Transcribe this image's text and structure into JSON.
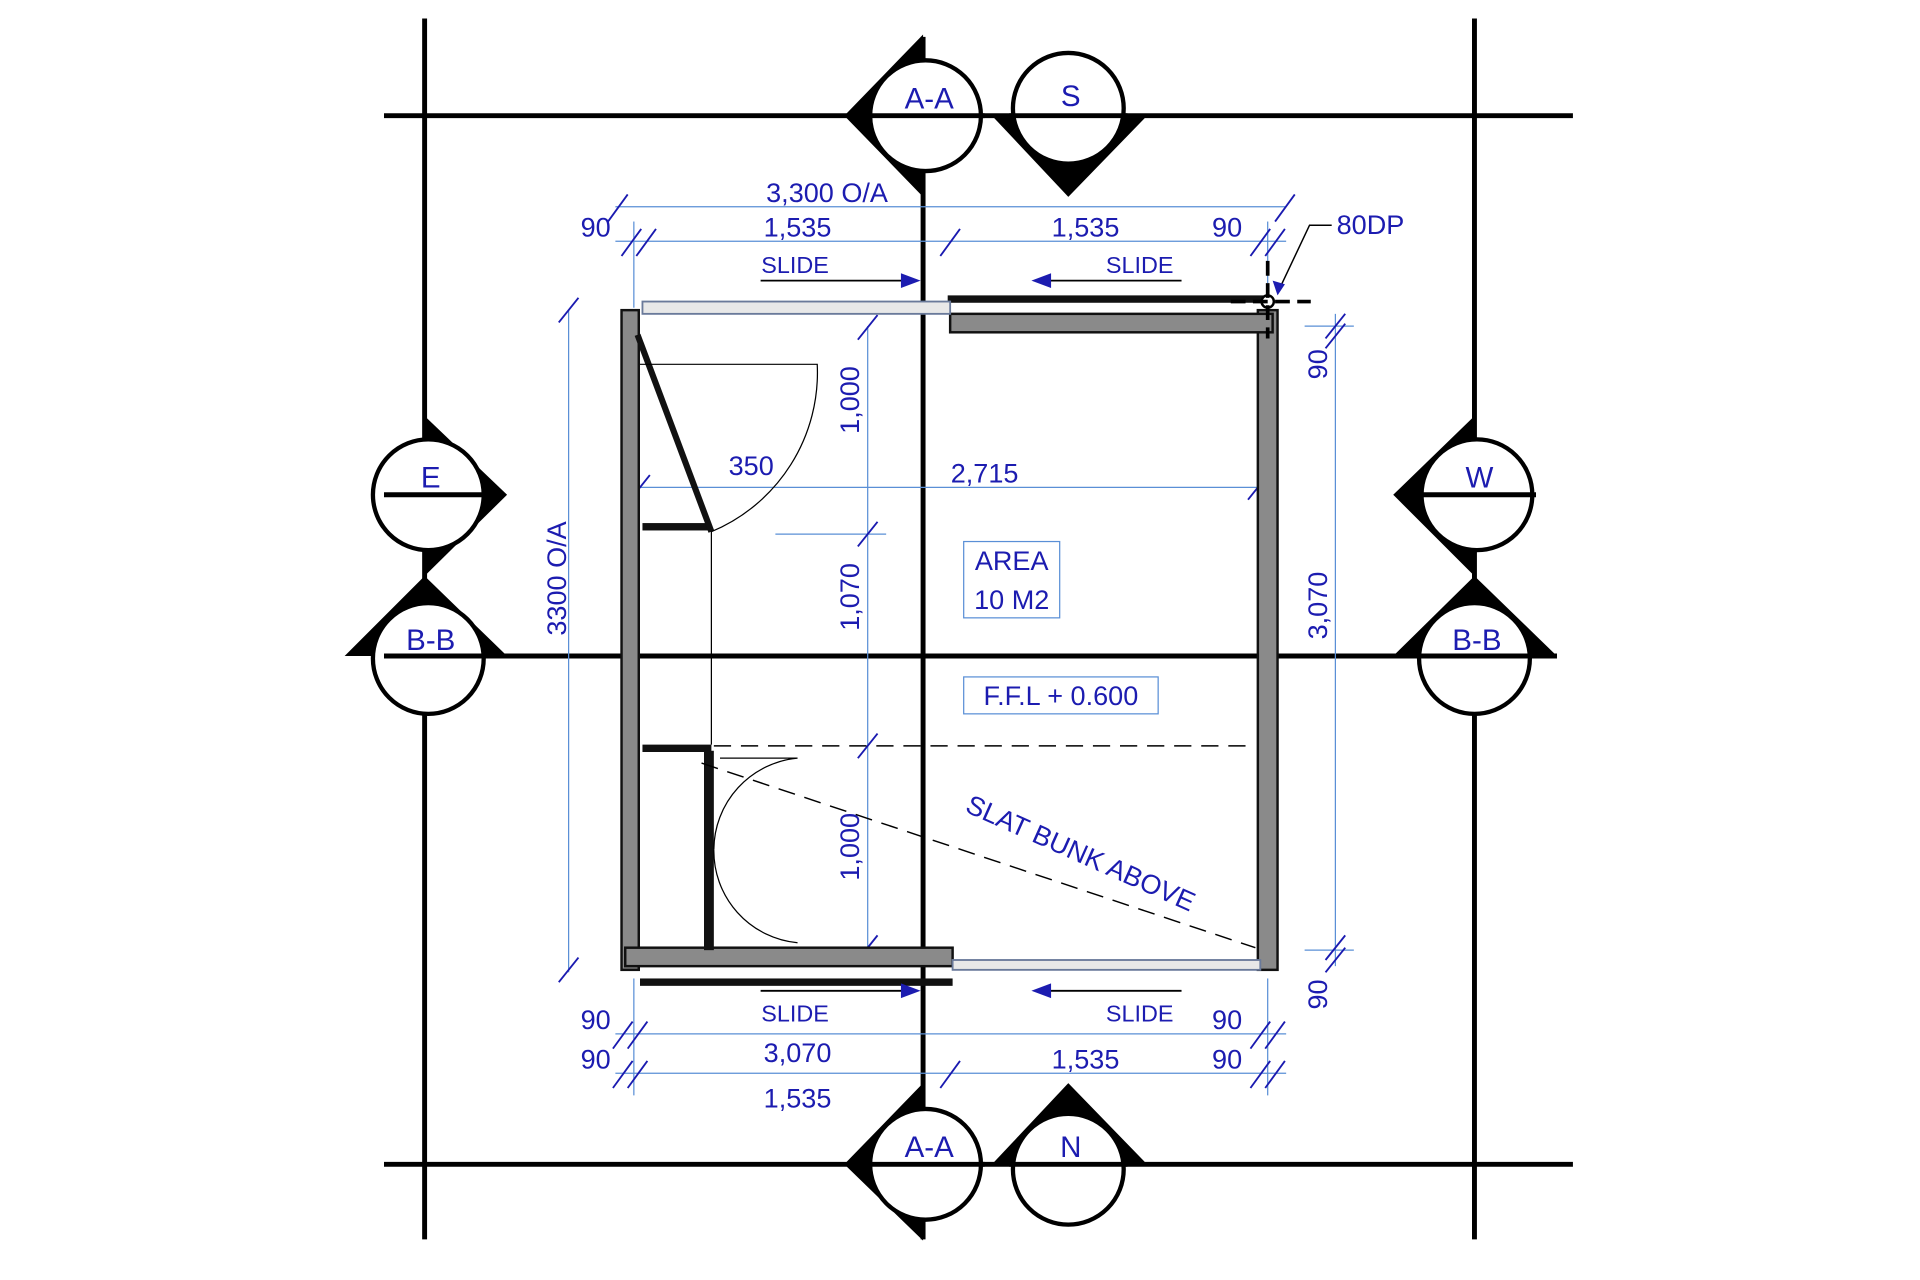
{
  "markers": {
    "top_section": "A-A",
    "top_elevation": "S",
    "left_elevation": "E",
    "left_section": "B-B",
    "right_elevation": "W",
    "right_section": "B-B",
    "bottom_section": "A-A",
    "bottom_elevation": "N"
  },
  "dimensions": {
    "top_overall": "3,300 O/A",
    "top_left_90": "90",
    "top_left_1535": "1,535",
    "top_right_1535": "1,535",
    "top_right_90": "90",
    "downpipe": "80DP",
    "left_overall": "3300 O/A",
    "inner_1000_top": "1,000",
    "inner_1070": "1,070",
    "inner_1000_bottom": "1,000",
    "width_2715": "2,715",
    "shelf_350": "350",
    "right_90_top": "90",
    "right_3070": "3,070",
    "right_90_bottom": "90",
    "bottom_90_a": "90",
    "bottom_90_b": "90",
    "bottom_3070": "3,070",
    "bottom_1535_left": "1,535",
    "bottom_1535_right": "1,535",
    "bottom_right_90_a": "90",
    "bottom_right_90_b": "90"
  },
  "labels": {
    "slide_top_left": "SLIDE",
    "slide_top_right": "SLIDE",
    "slide_bottom_left": "SLIDE",
    "slide_bottom_right": "SLIDE",
    "area_line1": "AREA",
    "area_line2": "10 M2",
    "ffl": "F.F.L + 0.600",
    "bunk": "SLAT BUNK ABOVE"
  },
  "colors": {
    "annotation": "#1c1cb0",
    "dimension_line": "#5a8fd6",
    "wall": "#8a8a8a"
  }
}
